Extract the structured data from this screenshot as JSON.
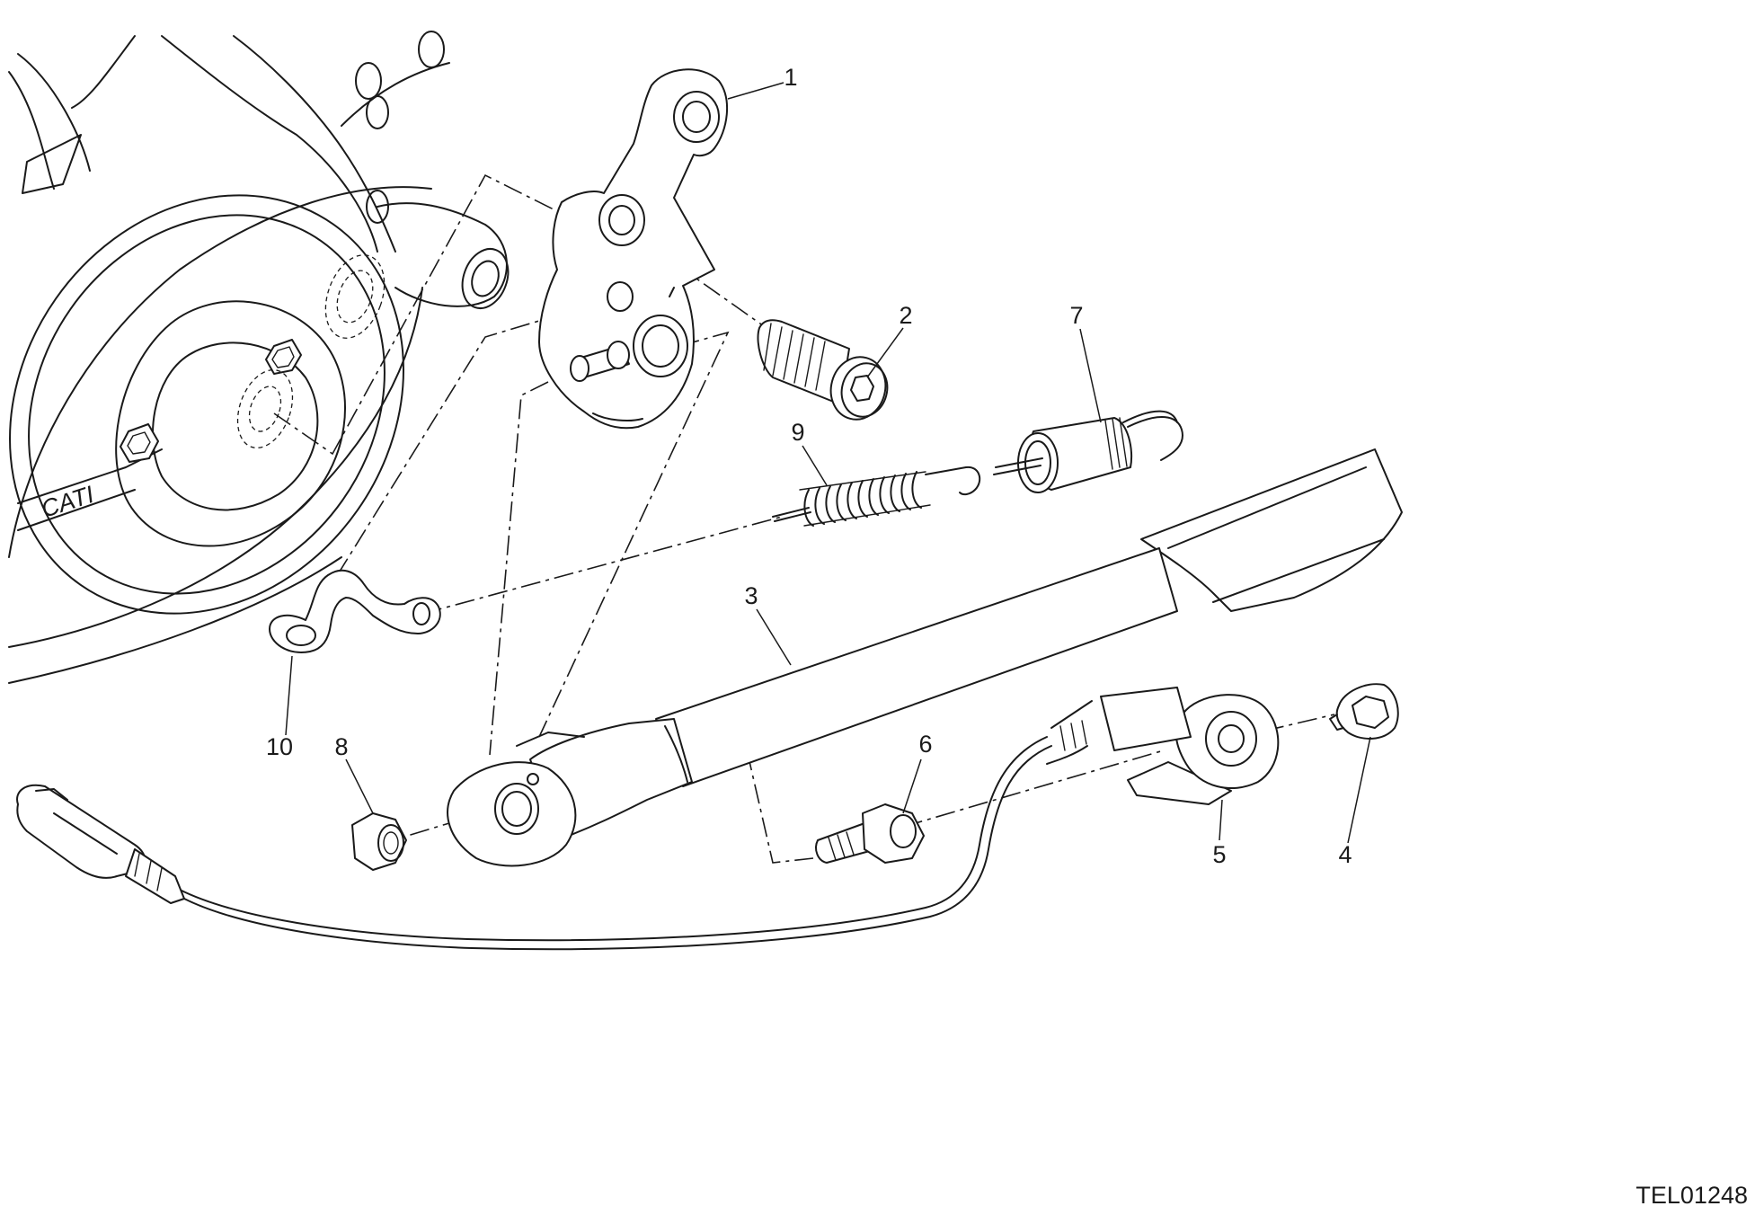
{
  "callouts": [
    {
      "id": "1",
      "label": "1"
    },
    {
      "id": "2",
      "label": "2"
    },
    {
      "id": "3",
      "label": "3"
    },
    {
      "id": "4",
      "label": "4"
    },
    {
      "id": "5",
      "label": "5"
    },
    {
      "id": "6",
      "label": "6"
    },
    {
      "id": "7",
      "label": "7"
    },
    {
      "id": "8",
      "label": "8"
    },
    {
      "id": "9",
      "label": "9"
    },
    {
      "id": "10",
      "label": "10"
    }
  ],
  "drawing_ref": "TEL01248",
  "engine_cover_logo_text": "CATI"
}
